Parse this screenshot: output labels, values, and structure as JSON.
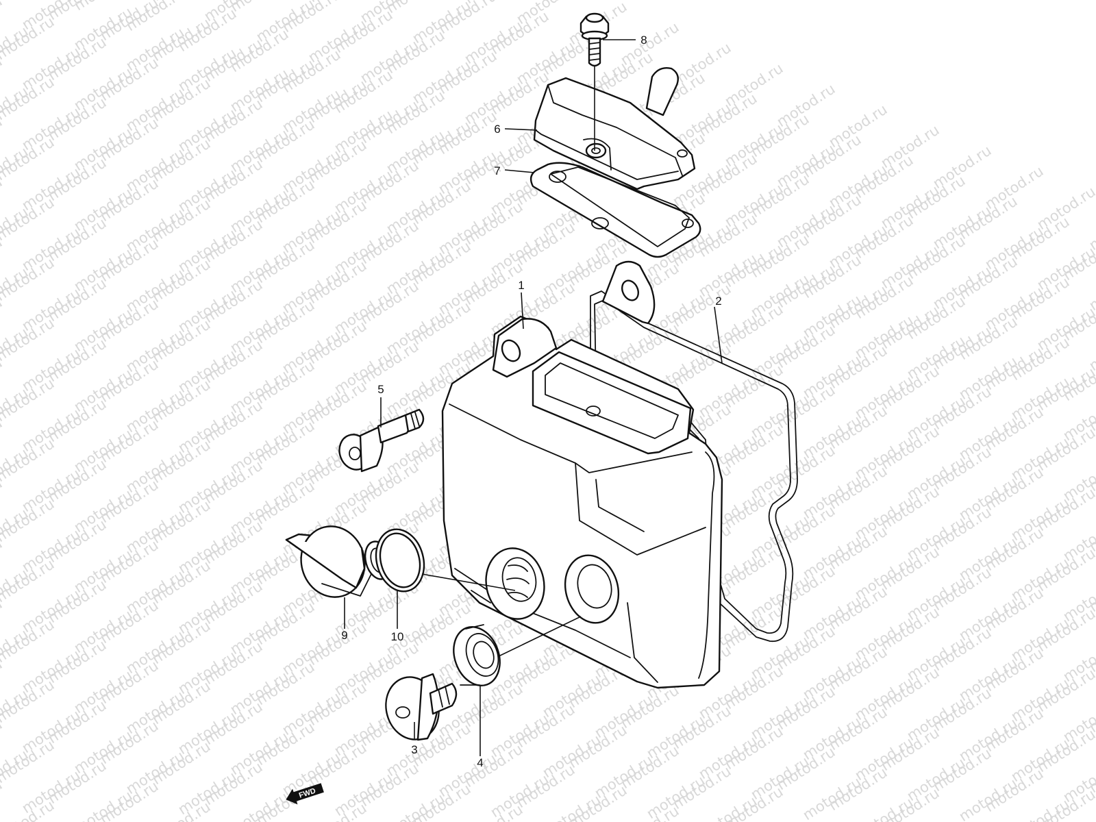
{
  "watermark": {
    "text": "motod.ru"
  },
  "callouts": {
    "c1": "1",
    "c2": "2",
    "c3": "3",
    "c4": "4",
    "c5": "5",
    "c6": "6",
    "c7": "7",
    "c8": "8",
    "c9": "9",
    "c10": "10"
  },
  "direction_badge": {
    "label": "FWD"
  },
  "colors": {
    "line": "#111111",
    "background": "#ffffff",
    "watermark": "#d8d8d8"
  }
}
